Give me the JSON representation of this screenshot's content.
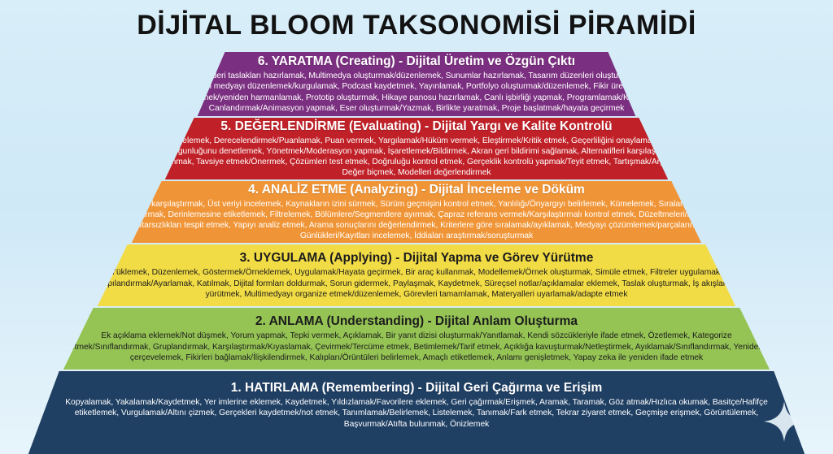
{
  "page": {
    "title": "DİJİTAL BLOOM TAKSONOMİSİ PİRAMİDİ",
    "background_color": "#d8eef9"
  },
  "pyramid": {
    "tiers": [
      {
        "level": 6,
        "color": "#7b2f80",
        "heading": "6. YARATMA (Creating) - Dijital Üretim ve Özgün Çıktı",
        "body": "Video üretmek, Gönderi taslakları hazırlamak, Multimedya oluşturmak/düzenlemek, Sunumlar hazırlamak, Tasarım düzenleri oluşturmak, Senaryo/Metin yazmak, Uzun biçimli medyayı düzenlemek/kurgulamak, Podcast kaydetmek, Yayınlamak, Portfolyo oluşturmak/düzenlemek, Fikir üretmek, Dijital varlıkları remikslemek/yeniden harmanlamak, Prototip oluşturmak, Hikaye panosu hazırlamak, Canlı işbirliği yapmak, Programlamak/Kodlamak, Canlandırmak/Animasyon yapmak, Eser oluşturmak/Yazmak, Birlikte yaratmak, Proje başlatmak/hayata geçirmek"
      },
      {
        "level": 5,
        "color": "#c02128",
        "heading": "5. DEĞERLENDİRME (Evaluating) - Dijital Yargı ve Kalite Kontrolü",
        "body": "Gözden geçirmek/İncelemek, Derecelendirmek/Puanlamak, Puan vermek, Yargılamak/Hüküm vermek, Eleştirmek/Kritik etmek, Geçerliliğini onaylamak/Doğrulamak, Tetkik etmek/Gerçeğe uygunluğunu denetlemek, Yönetmek/Moderasyon yapmak, İşaretlemek/Bildirmek, Akran geri bildirimi sağlamak, Alternatifleri karşılaştırmak, Sıralamak, Gerekçeyi savunmak, Tavsiye etmek/Önermek, Çözümleri test etmek, Doğruluğu kontrol etmek, Gerçeklik kontrolü yapmak/Teyit etmek, Tartışmak/Argüman sunmak, Değer biçmek, Modelleri değerlendirmek"
      },
      {
        "level": 4,
        "color": "#f09537",
        "heading": "4. ANALİZ ETME (Analyzing) - Dijital İnceleme ve Döküm",
        "body": "Veri setlerini karşılaştırmak, Üst veriyi incelemek, Kaynakların izini sürmek, Sürüm geçmişini kontrol etmek, Yanlılığı/Önyargıyı belirlemek, Kümelemek, Sıralamak, Kavram haritası çıkarmak, Derinlemesine etiketlemek, Filtrelemek, Bölümlere/Segmentlere ayırmak, Çapraz referans vermek/Karşılaştırmalı kontrol etmek, Düzeltmeleri/Revizyonları izlemek, Tutarsızlıkları tespit etmek, Yapıyı analiz etmek, Arama sonuçlarını değerlendirmek, Kriterlere göre sıralamak/ayıklamak, Medyayı çözümlemek/parçalarına ayırmak, Günlükleri/Kayıtları incelemek, İddiaları araştırmak/soruşturmak"
      },
      {
        "level": 3,
        "color": "#f2dc45",
        "heading": "3. UYGULAMA (Applying) - Dijital Yapma ve Görev Yürütme",
        "body": "Yüklemek, Düzenlemek, Göstermek/Örneklemek, Uygulamak/Hayata geçirmek, Bir araç kullanmak, Modellemek/Örnek oluşturmak, Simüle etmek, Filtreler uygulamak, Yapılandırmak/Ayarlamak, Katılmak, Dijital formları doldurmak, Sorun gidermek, Paylaşmak, Kaydetmek, Süreçsel notlar/açıklamalar eklemek, Taslak oluşturmak, İş akışlarını yürütmek, Multimedyayı organize etmek/düzenlemek, Görevleri tamamlamak, Materyalleri uyarlamak/adapte etmek"
      },
      {
        "level": 2,
        "color": "#95c455",
        "heading": "2. ANLAMA (Understanding) - Dijital Anlam Oluşturma",
        "body": "Ek açıklama eklemek/Not düşmek, Yorum yapmak, Tepki vermek, Açıklamak, Bir yanıt dizisi oluşturmak/Yanıtlamak, Kendi sözcükleriyle ifade etmek, Özetlemek, Kategorize etmek/Sınıflandırmak, Gruplandırmak, Karşılaştırmak/Kıyaslamak, Çevirmek/Tercüme etmek, Betimlemek/Tarif etmek, Açıklığa kavuşturmak/Netleştirmek, Ayıklamak/Sınıflandırmak, Yeniden çerçevelemek, Fikirleri bağlamak/İlişkilendirmek, Kalıpları/Örüntüleri belirlemek, Amaçlı etiketlemek, Anlamı genişletmek, Yapay zeka ile yeniden ifade etmek"
      },
      {
        "level": 1,
        "color": "#1f3f63",
        "heading": "1. HATIRLAMA (Remembering) - Dijital Geri Çağırma ve Erişim",
        "body": "Kopyalamak, Yakalamak/Kaydetmek, Yer imlerine eklemek, Kaydetmek, Yıldızlamak/Favorilere eklemek, Geri çağırmak/Erişmek, Aramak, Taramak, Göz atmak/Hızlıca okumak, Basitçe/Hafifçe etiketlemek, Vurgulamak/Altını çizmek, Gerçekleri kaydetmek/not etmek, Tanımlamak/Belirlemek, Listelemek, Tanımak/Fark etmek, Tekrar ziyaret etmek, Geçmişe erişmek, Görüntülemek, Başvurmak/Atıfta bulunmak, Önizlemek"
      }
    ]
  },
  "decoration": {
    "sparkle_icon": "sparkle-icon",
    "sparkle_color": "#e8f3fb"
  }
}
